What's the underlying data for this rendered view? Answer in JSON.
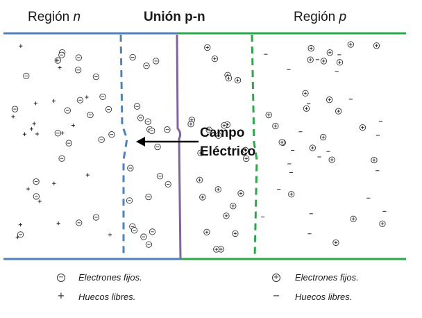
{
  "titles": {
    "n_prefix": "Región ",
    "n_var": "n",
    "center": "Unión p-n",
    "p_prefix": "Región ",
    "p_var": "p"
  },
  "field_label": {
    "line1": "Campo",
    "line2": "Eléctrico"
  },
  "legend": {
    "fixed_electrons_n": "Electrones fijos.",
    "free_holes_n": "Huecos libres.",
    "fixed_electrons_p": "Electrones fijos.",
    "free_holes_p": "Huecos libres."
  },
  "symbols": {
    "minus_glyph": "−",
    "plus_glyph": "+"
  },
  "colors": {
    "n_region": "#4f81bd",
    "p_region": "#2aa84a",
    "junction": "#8064a2",
    "arrow": "#000000"
  }
}
